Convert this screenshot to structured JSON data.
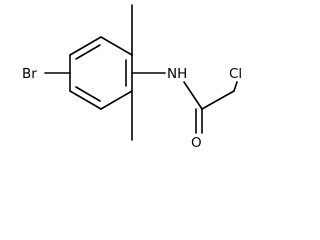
{
  "molecule": {
    "atoms": {
      "bromine": "Br",
      "nitrogen_hydrogen": "NH",
      "oxygen": "O",
      "chlorine": "Cl"
    },
    "colors": {
      "bond": "#000000",
      "label": "#000000",
      "background": "#ffffff"
    }
  }
}
